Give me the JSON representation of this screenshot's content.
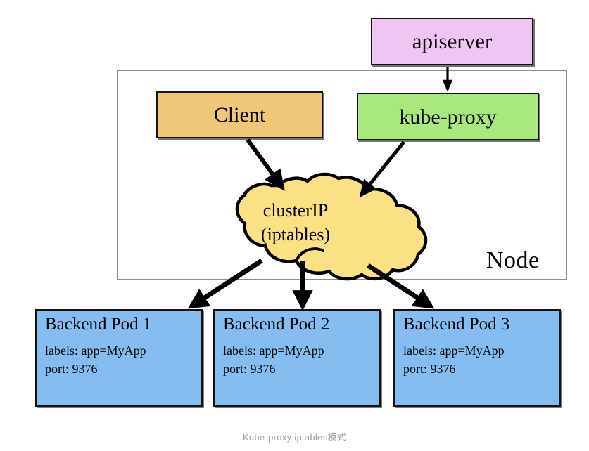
{
  "diagram": {
    "caption": "Kube-proxy iptables模式",
    "node": {
      "label": "Node"
    },
    "nodes": {
      "apiserver": {
        "label": "apiserver",
        "color": "#efc5f4"
      },
      "client": {
        "label": "Client",
        "color": "#f0c678"
      },
      "kube_proxy": {
        "label": "kube-proxy",
        "color": "#a9e87c"
      },
      "cluster_ip": {
        "line1": "clusterIP",
        "line2": "(iptables)",
        "color": "#fae184"
      }
    },
    "pods": [
      {
        "title": "Backend Pod 1",
        "labels": "labels: app=MyApp",
        "port": "port: 9376",
        "color": "#85bdf1"
      },
      {
        "title": "Backend Pod 2",
        "labels": "labels: app=MyApp",
        "port": "port: 9376",
        "color": "#85bdf1"
      },
      {
        "title": "Backend Pod 3",
        "labels": "labels: app=MyApp",
        "port": "port: 9376",
        "color": "#85bdf1"
      }
    ],
    "edges": [
      {
        "from": "apiserver",
        "to": "kube-proxy"
      },
      {
        "from": "client",
        "to": "clusterIP"
      },
      {
        "from": "kube-proxy",
        "to": "clusterIP"
      },
      {
        "from": "clusterIP",
        "to": "Backend Pod 1"
      },
      {
        "from": "clusterIP",
        "to": "Backend Pod 2"
      },
      {
        "from": "clusterIP",
        "to": "Backend Pod 3"
      }
    ]
  }
}
